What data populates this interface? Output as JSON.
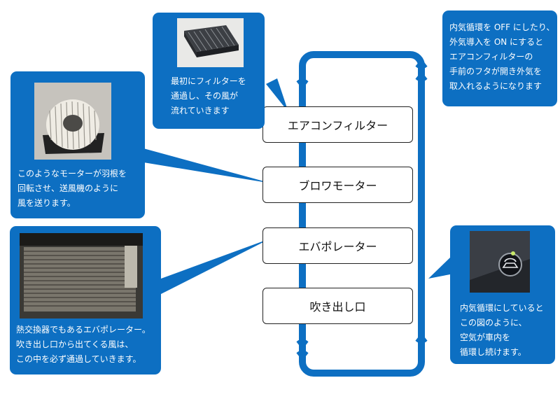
{
  "colors": {
    "accent": "#0d6fc2",
    "panel_text": "#ffffff",
    "box_border": "#222222"
  },
  "stages": [
    {
      "id": "filter",
      "label": "エアコンフィルター"
    },
    {
      "id": "blower",
      "label": "ブロワモーター"
    },
    {
      "id": "evaporator",
      "label": "エバポレーター"
    },
    {
      "id": "outlet",
      "label": "吹き出し口"
    }
  ],
  "callouts": {
    "filter": {
      "text": "最初にフィルターを\n通過し、その風が\n流れていきます",
      "photo": "cabin-air-filter-photo"
    },
    "blower": {
      "text": "このようなモーターが羽根を\n回転させ、送風機のように\n風を送ります。",
      "photo": "blower-fan-photo"
    },
    "evaporator": {
      "text": "熱交換器でもあるエバポレーター。\n吹き出し口から出てくる風は、\nこの中を必ず通過していきます。",
      "photo": "evaporator-core-photo"
    },
    "outside_air": {
      "text": "内気循環を OFF にしたり、\n外気導入を ON にすると\nエアコンフィルターの\n手前のフタが開き外気を\n取入れるようになります"
    },
    "recirculation": {
      "text": "内気循環にしていると\nこの図のように、\n空気が車内を\n循環し続けます。",
      "photo": "recirculation-button-photo"
    }
  },
  "icons": {
    "flow_down": "arrow-down-icon",
    "flow_up": "arrow-up-icon",
    "recirc_button": "car-recirculation-icon"
  }
}
